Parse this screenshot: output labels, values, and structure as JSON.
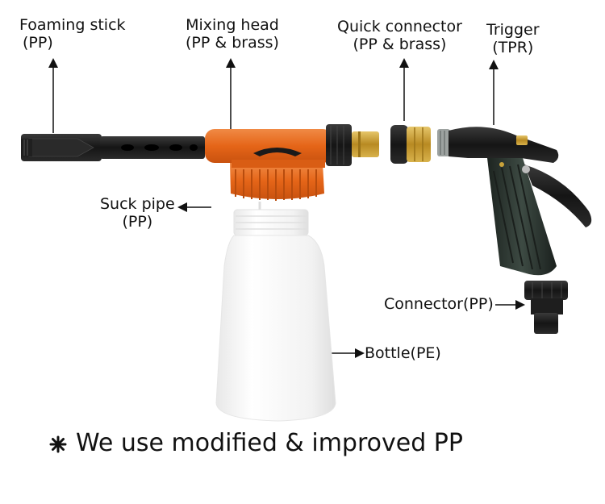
{
  "parts": {
    "foaming_stick": {
      "name": "Foaming stick",
      "material": "(PP)"
    },
    "mixing_head": {
      "name": "Mixing head",
      "material": "(PP & brass)"
    },
    "quick_connector": {
      "name": "Quick connector",
      "material": "(PP & brass)"
    },
    "trigger": {
      "name": "Trigger",
      "material": "(TPR)"
    },
    "suck_pipe": {
      "name": "Suck pipe",
      "material": "(PP)"
    },
    "connector": {
      "label": "Connector(PP)"
    },
    "bottle": {
      "label": "Bottle(PE)"
    }
  },
  "footer": {
    "text": "We use modified & improved PP",
    "star_icon": "asterisk-star-icon"
  },
  "colors": {
    "orange": "#e96a1f",
    "black": "#1b1b1b",
    "brass": "#c9a23a",
    "bottle": "#f6f6f6",
    "grip": "#2f3b35"
  }
}
